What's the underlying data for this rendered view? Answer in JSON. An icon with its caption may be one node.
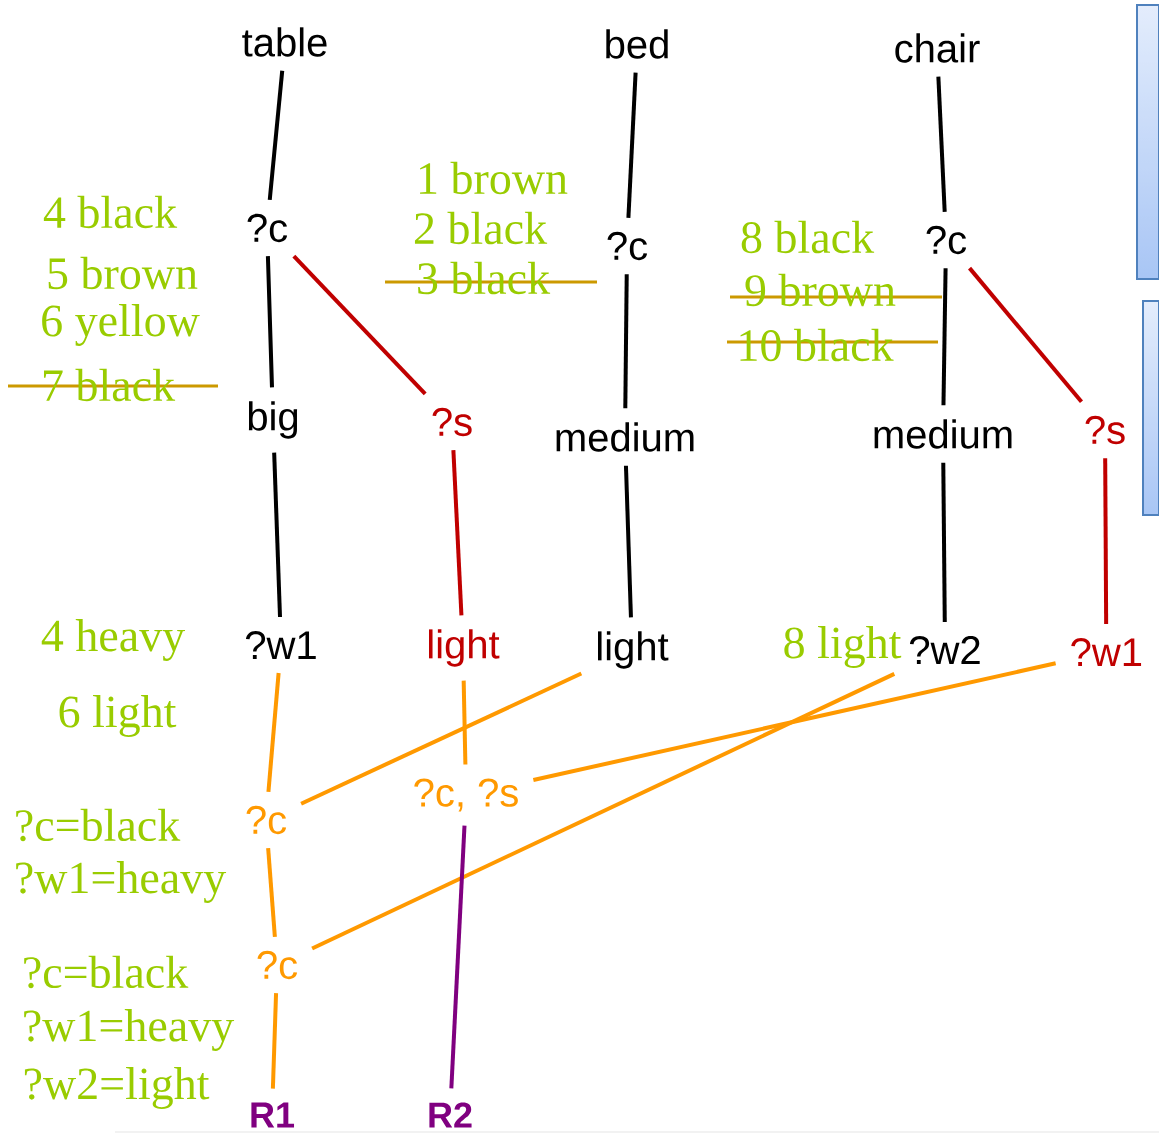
{
  "diagram": {
    "nodes": [
      {
        "text": [
          "table"
        ]
      },
      {
        "text": [
          "?c"
        ]
      },
      {
        "text": [
          "big"
        ]
      },
      {
        "text": [
          "?s"
        ]
      },
      {
        "text": [
          "?w1"
        ]
      },
      {
        "text": [
          "light"
        ]
      },
      {
        "text": [
          "bed"
        ]
      },
      {
        "text": [
          "?c"
        ]
      },
      {
        "text": [
          "medium"
        ]
      },
      {
        "text": [
          "light"
        ]
      },
      {
        "text": [
          "chair"
        ]
      },
      {
        "text": [
          "?c"
        ]
      },
      {
        "text": [
          "medium"
        ]
      },
      {
        "text": [
          "?s"
        ]
      },
      {
        "text": [
          "?w2"
        ]
      },
      {
        "text": [
          "?w1"
        ]
      },
      {
        "text": [
          "?c"
        ]
      },
      {
        "text": [
          "?c, ?s"
        ]
      },
      {
        "text": [
          "?c"
        ]
      },
      {
        "text": [
          "R1"
        ]
      },
      {
        "text": [
          "R2"
        ]
      },
      {
        "text": [],
        "shape": "box"
      },
      {
        "text": [],
        "shape": "box"
      }
    ],
    "edges": [
      {
        "from": 0,
        "to": 1,
        "arrow": "none"
      },
      {
        "from": 1,
        "to": 2,
        "arrow": "none"
      },
      {
        "from": 1,
        "to": 3,
        "arrow": "none",
        "color": "#c00000"
      },
      {
        "from": 2,
        "to": 4,
        "arrow": "none"
      },
      {
        "from": 3,
        "to": 5,
        "arrow": "none",
        "color": "#c00000"
      },
      {
        "from": 6,
        "to": 7,
        "arrow": "none"
      },
      {
        "from": 7,
        "to": 8,
        "arrow": "none"
      },
      {
        "from": 8,
        "to": 9,
        "arrow": "none"
      },
      {
        "from": 10,
        "to": 11,
        "arrow": "none"
      },
      {
        "from": 11,
        "to": 12,
        "arrow": "none"
      },
      {
        "from": 11,
        "to": 13,
        "arrow": "none",
        "color": "#c00000"
      },
      {
        "from": 12,
        "to": 14,
        "arrow": "none"
      },
      {
        "from": 13,
        "to": 15,
        "arrow": "none",
        "color": "#c00000"
      },
      {
        "from": 4,
        "to": 16,
        "arrow": "none",
        "color": "#ff9900"
      },
      {
        "from": 9,
        "to": 16,
        "arrow": "none",
        "color": "#ff9900"
      },
      {
        "from": 5,
        "to": 17,
        "arrow": "none",
        "color": "#ff9900"
      },
      {
        "from": 15,
        "to": 17,
        "arrow": "none",
        "color": "#ff9900"
      },
      {
        "from": 16,
        "to": 18,
        "arrow": "none",
        "color": "#ff9900"
      },
      {
        "from": 14,
        "to": 18,
        "arrow": "none",
        "color": "#ff9900"
      },
      {
        "from": 18,
        "to": 19,
        "arrow": "none",
        "color": "#ff9900"
      },
      {
        "from": 17,
        "to": 20,
        "arrow": "none",
        "color": "#800080"
      }
    ],
    "labels": [
      "4 black",
      "5 brown",
      "6 yellow",
      "7 black",
      "1 brown",
      "2 black",
      "3 black",
      "8 black",
      "9 brown",
      "10 black",
      "4 heavy",
      "6 light",
      "8 light",
      "?c=black",
      "?w1=heavy",
      "?c=black",
      "?w1=heavy",
      "?w2=light"
    ]
  }
}
